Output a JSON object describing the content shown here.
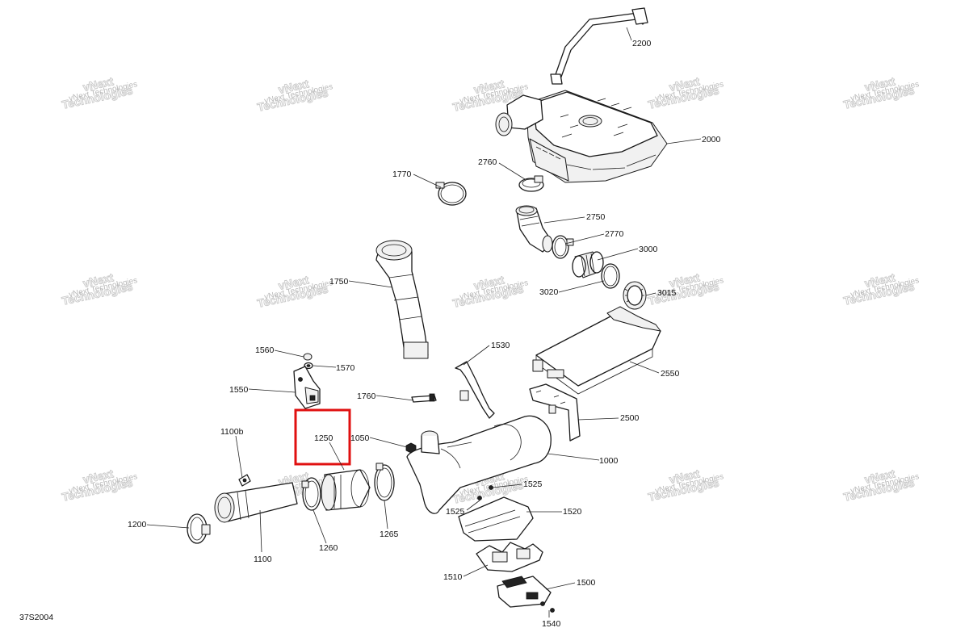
{
  "diagram_code": "37S2004",
  "watermark": {
    "line1": "vNext",
    "line2": "Technologies",
    "combined": "vNext Technologies"
  },
  "highlighted_part": "1250",
  "parts": [
    {
      "id": "p2200",
      "label": "2200"
    },
    {
      "id": "p2000",
      "label": "2000"
    },
    {
      "id": "p2760",
      "label": "2760"
    },
    {
      "id": "p1770",
      "label": "1770"
    },
    {
      "id": "p2750",
      "label": "2750"
    },
    {
      "id": "p2770",
      "label": "2770"
    },
    {
      "id": "p3000",
      "label": "3000"
    },
    {
      "id": "p1750",
      "label": "1750"
    },
    {
      "id": "p3020",
      "label": "3020"
    },
    {
      "id": "p3015",
      "label": "3015"
    },
    {
      "id": "p1560",
      "label": "1560"
    },
    {
      "id": "p1570",
      "label": "1570"
    },
    {
      "id": "p1530",
      "label": "1530"
    },
    {
      "id": "p2550",
      "label": "2550"
    },
    {
      "id": "p1550",
      "label": "1550"
    },
    {
      "id": "p1760",
      "label": "1760"
    },
    {
      "id": "p2500",
      "label": "2500"
    },
    {
      "id": "p1100b",
      "label": "1100b"
    },
    {
      "id": "p1250",
      "label": "1250"
    },
    {
      "id": "p1050",
      "label": "1050"
    },
    {
      "id": "p1000",
      "label": "1000"
    },
    {
      "id": "p1525a",
      "label": "1525"
    },
    {
      "id": "p1525b",
      "label": "1525"
    },
    {
      "id": "p1520",
      "label": "1520"
    },
    {
      "id": "p1200",
      "label": "1200"
    },
    {
      "id": "p1265",
      "label": "1265"
    },
    {
      "id": "p1260",
      "label": "1260"
    },
    {
      "id": "p1100",
      "label": "1100"
    },
    {
      "id": "p1510",
      "label": "1510"
    },
    {
      "id": "p1500",
      "label": "1500"
    },
    {
      "id": "p1540",
      "label": "1540"
    }
  ]
}
